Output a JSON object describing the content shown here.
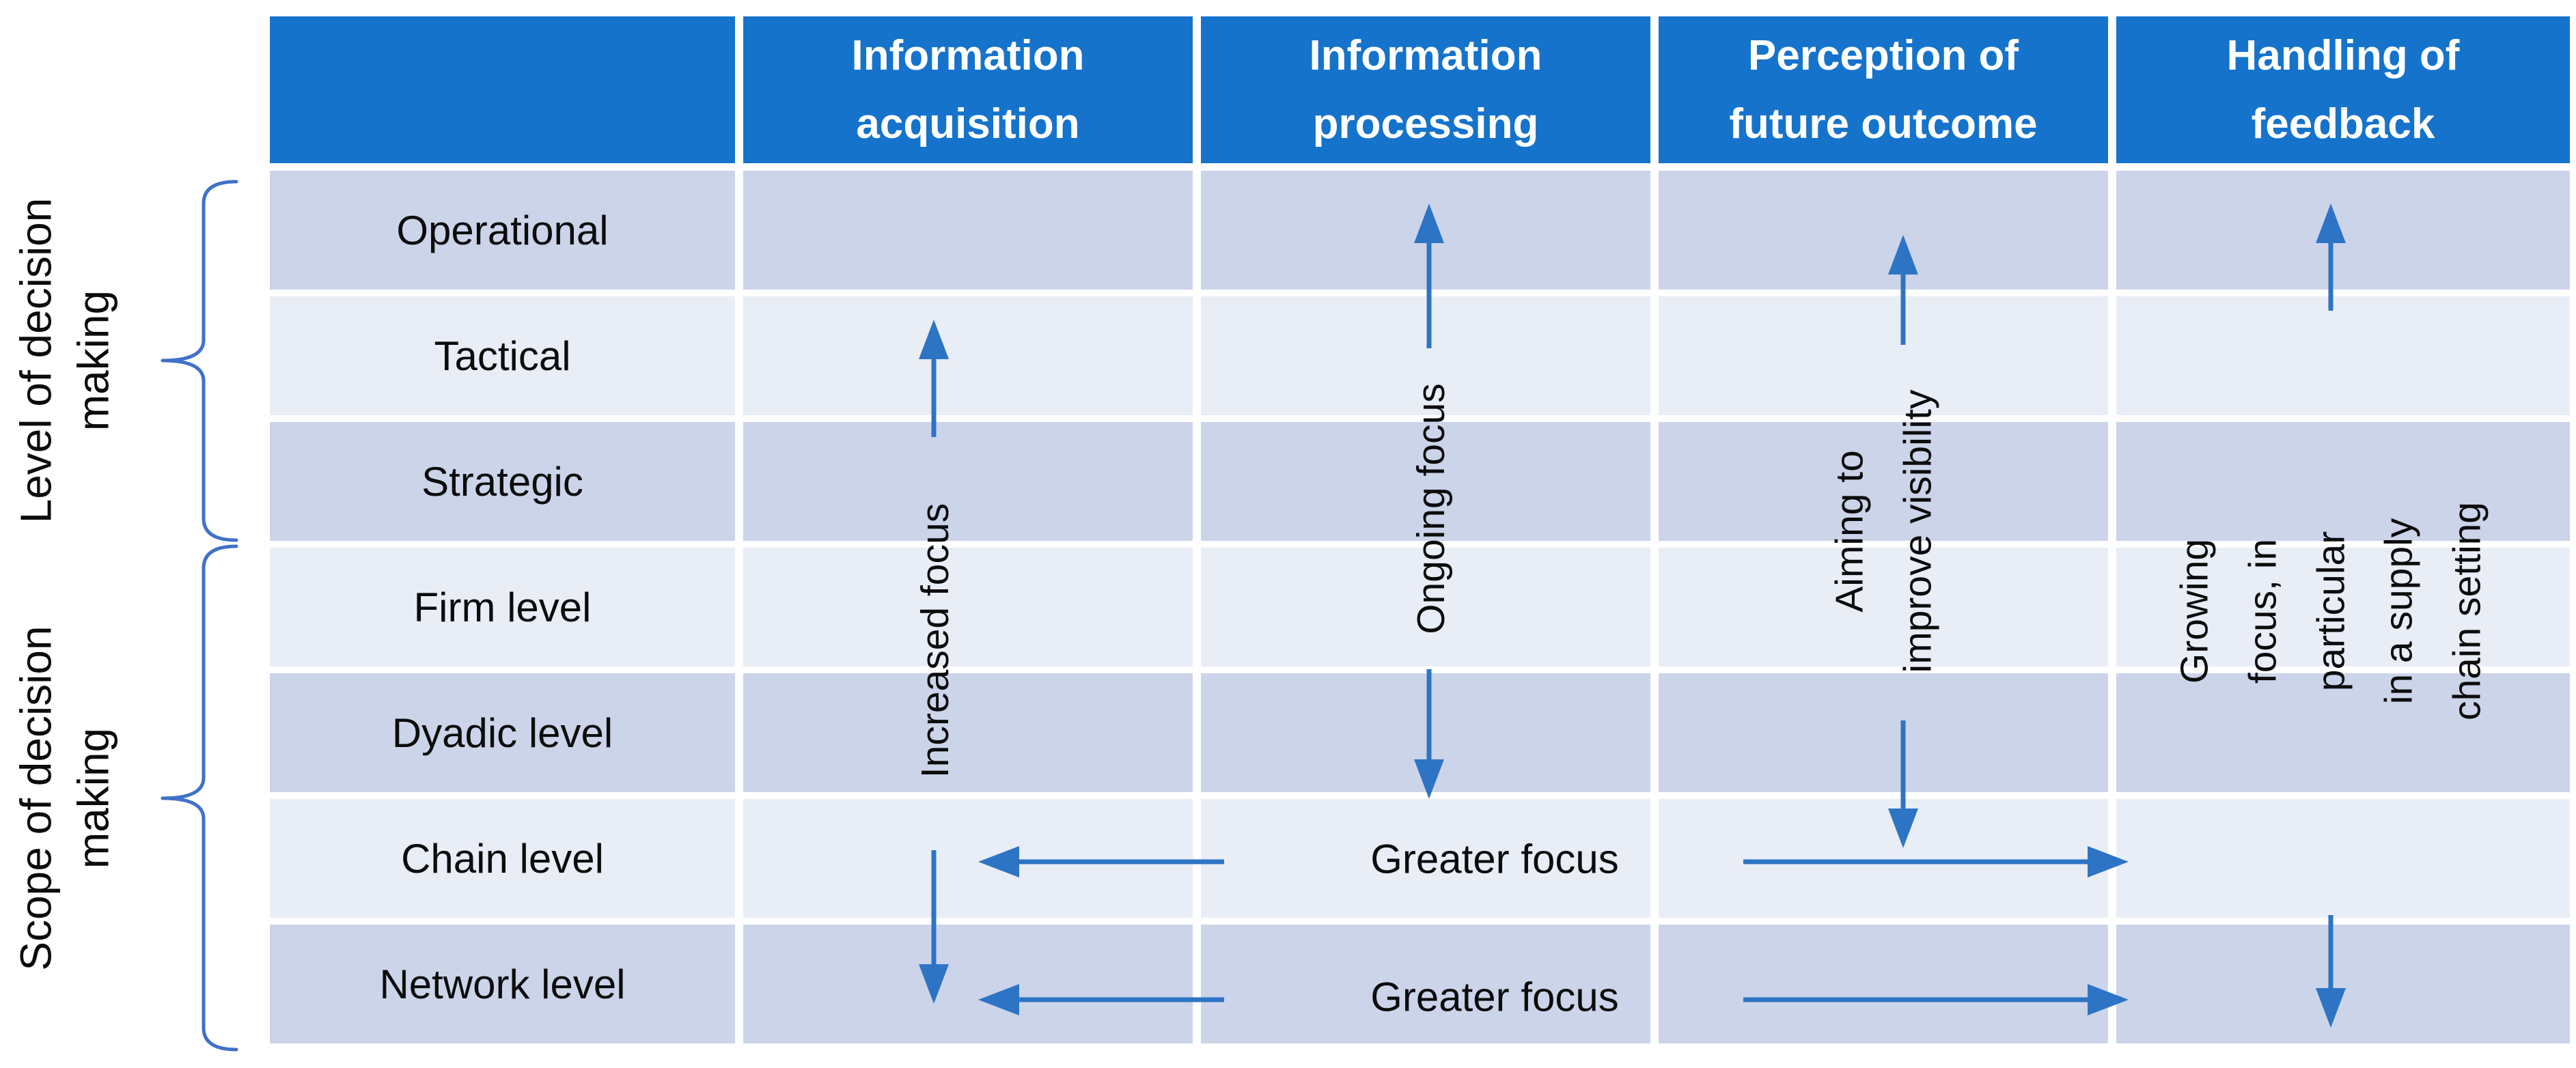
{
  "colors": {
    "header_bg": "#1573CB",
    "header_text": "#FFFFFF",
    "row_dark": "#CCD4EA",
    "row_light": "#E9EDF6",
    "arrow": "#2E74C4",
    "brace": "#4070C8",
    "text": "#0C0C0C"
  },
  "table": {
    "columns": [
      {
        "label": "Information\nacquisition"
      },
      {
        "label": "Information\nprocessing"
      },
      {
        "label": "Perception of\nfuture outcome"
      },
      {
        "label": "Handling of\nfeedback"
      }
    ],
    "rows": [
      {
        "label": "Operational"
      },
      {
        "label": "Tactical"
      },
      {
        "label": "Strategic"
      },
      {
        "label": "Firm level"
      },
      {
        "label": "Dyadic level"
      },
      {
        "label": "Chain level"
      },
      {
        "label": "Network level"
      }
    ]
  },
  "side_groups": [
    {
      "label": "Level of decision\nmaking",
      "covers": [
        "Operational",
        "Tactical",
        "Strategic"
      ]
    },
    {
      "label": "Scope of decision\nmaking",
      "covers": [
        "Firm level",
        "Dyadic level",
        "Chain level",
        "Network level"
      ]
    }
  ],
  "column_annotations": [
    {
      "column": "Information acquisition",
      "label": "Increased  focus",
      "arrow": "vertical double-headed"
    },
    {
      "column": "Information processing",
      "label": "Ongoing focus",
      "arrow": "vertical double-headed"
    },
    {
      "column": "Perception of future outcome",
      "label": "Aiming to\nimprove visibility",
      "arrow": "vertical double-headed"
    },
    {
      "column": "Handling of feedback",
      "label": "Growing focus, in particular\nin a supply chain setting",
      "arrow": "vertical double-headed"
    }
  ],
  "row_annotations": [
    {
      "row": "Chain level",
      "label": "Greater focus",
      "arrows": "left toward Information acquisition, right toward Handling of feedback"
    },
    {
      "row": "Network level",
      "label": "Greater focus",
      "arrows": "left toward Information acquisition, right toward Handling of feedback"
    }
  ]
}
